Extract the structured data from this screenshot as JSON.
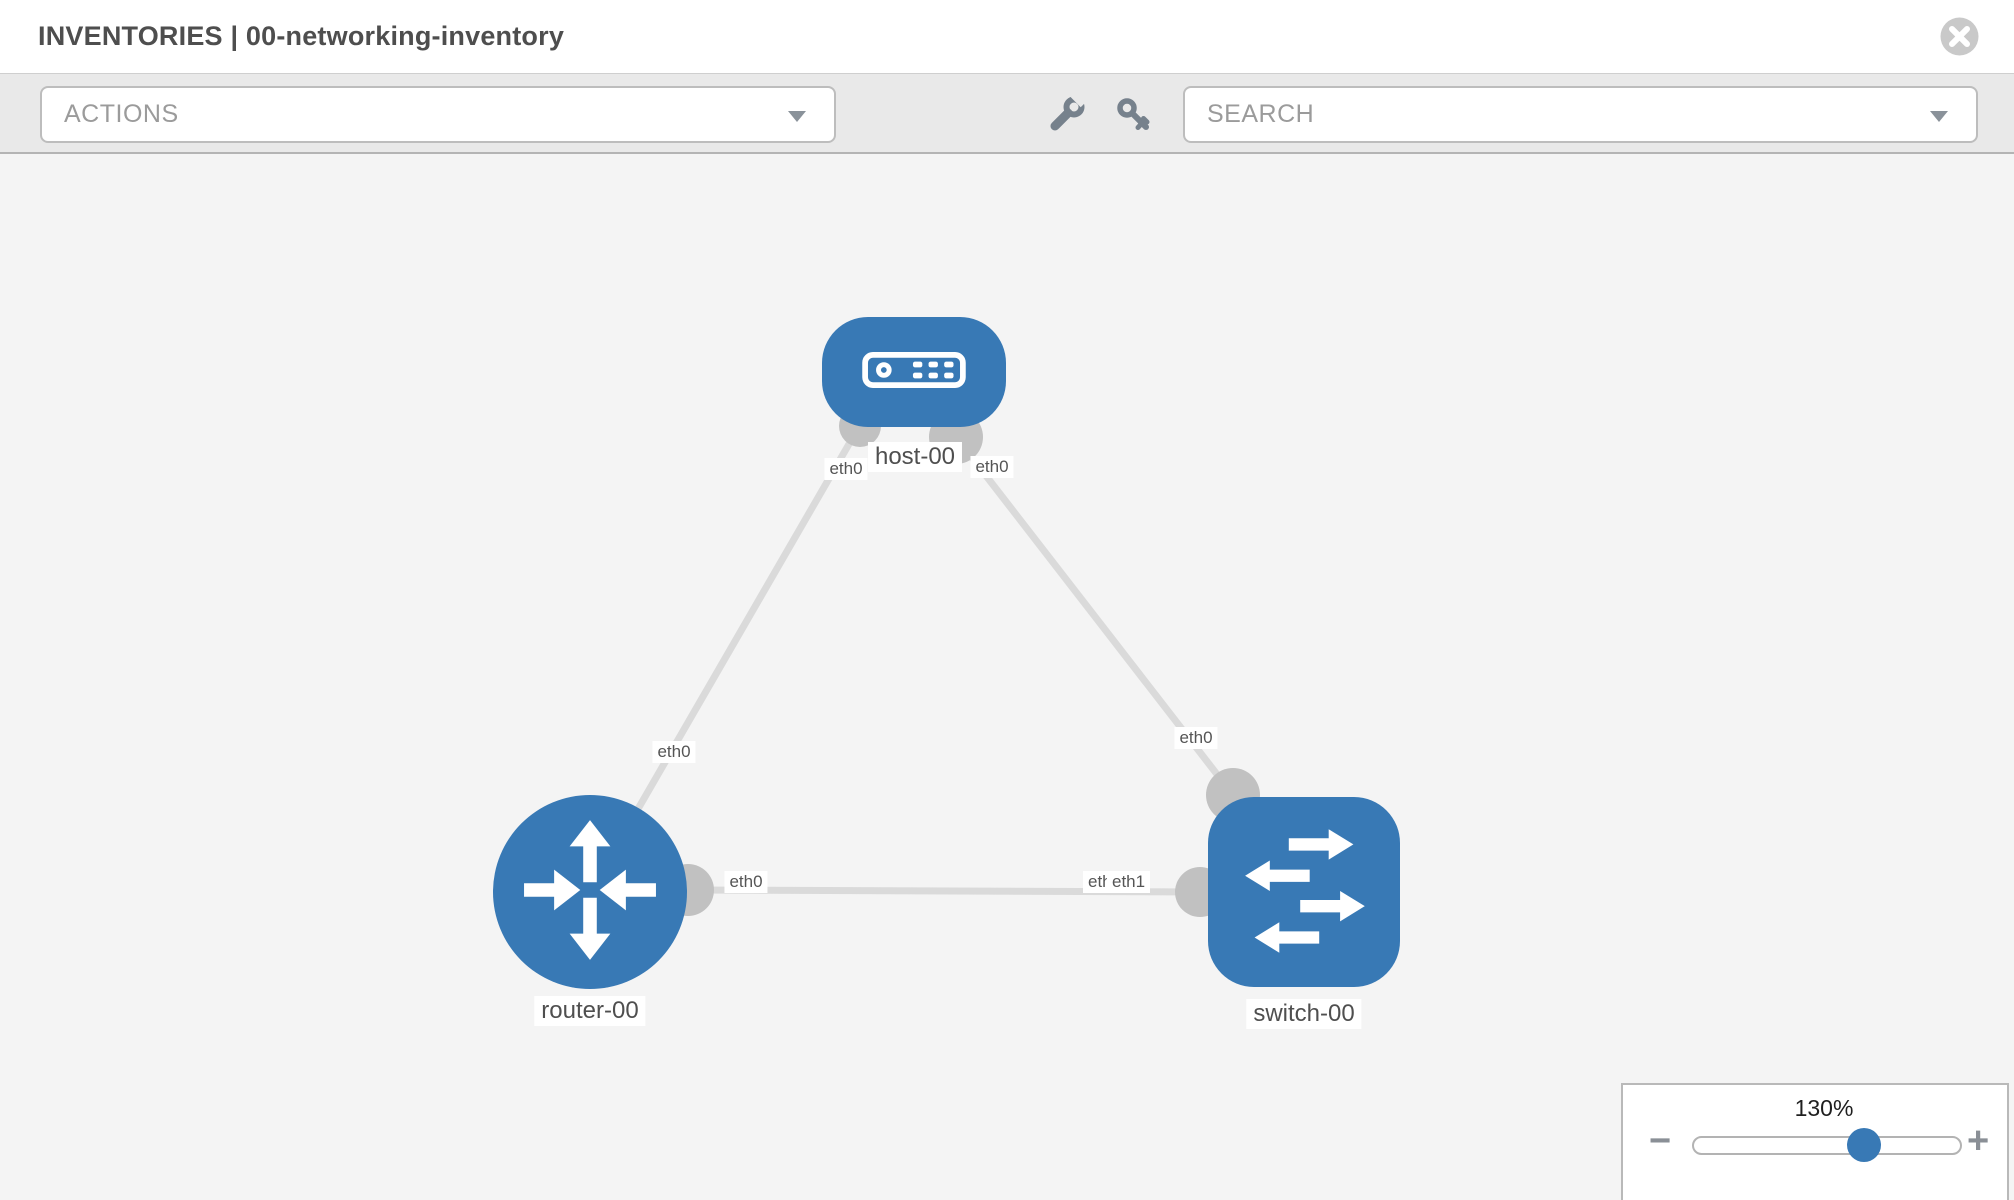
{
  "header": {
    "title": "INVENTORIES | 00-networking-inventory"
  },
  "toolbar": {
    "actions_label": "ACTIONS",
    "search_placeholder": "SEARCH"
  },
  "diagram": {
    "nodes": [
      {
        "id": "host-00",
        "label": "host-00",
        "type": "host"
      },
      {
        "id": "router-00",
        "label": "router-00",
        "type": "router"
      },
      {
        "id": "switch-00",
        "label": "switch-00",
        "type": "switch"
      }
    ],
    "links": [
      {
        "from": "router-00",
        "to": "host-00",
        "from_interface": "eth0",
        "to_interface": "eth0"
      },
      {
        "from": "host-00",
        "to": "switch-00",
        "from_interface": "eth0",
        "to_interface": "eth0"
      },
      {
        "from": "router-00",
        "to": "switch-00",
        "from_interface": "eth0",
        "to_interface": "eth1"
      }
    ],
    "interface_labels": {
      "host_left": "eth0",
      "host_right": "eth0",
      "router_host_mid": "eth0",
      "switch_host_mid": "eth0",
      "router_switch_left": "eth0",
      "router_switch_right_under": "eth0",
      "router_switch_right_over": "eth1"
    }
  },
  "zoom_panel": {
    "level": "130%",
    "minus_label": "−",
    "plus_label": "+"
  },
  "colors": {
    "node_blue": "#3879b5",
    "connector_gray": "#c1c1c1",
    "link_gray": "#dadada",
    "canvas_bg": "#f4f4f4",
    "toolbar_bg": "#e9e9e9"
  }
}
